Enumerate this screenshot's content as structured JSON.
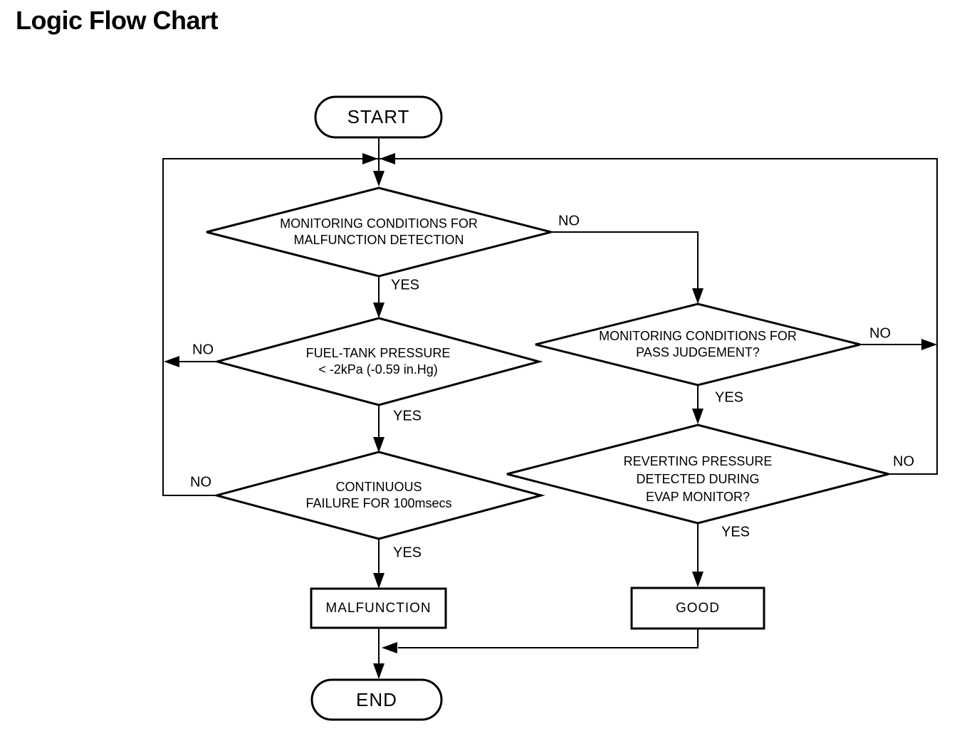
{
  "title": "Logic Flow Chart",
  "nodes": {
    "start": {
      "label": "START"
    },
    "monitoring_malfunction": {
      "lines": [
        "MONITORING CONDITIONS FOR",
        "MALFUNCTION DETECTION"
      ]
    },
    "fuel_tank_pressure": {
      "lines": [
        "FUEL-TANK PRESSURE",
        "< -2kPa (-0.59 in.Hg)"
      ]
    },
    "continuous_failure": {
      "lines": [
        "CONTINUOUS",
        "FAILURE FOR 100msecs"
      ]
    },
    "monitoring_pass": {
      "lines": [
        "MONITORING CONDITIONS FOR",
        "PASS JUDGEMENT?"
      ]
    },
    "reverting_pressure": {
      "lines": [
        "REVERTING PRESSURE",
        "DETECTED DURING",
        "EVAP MONITOR?"
      ]
    },
    "malfunction": {
      "label": "MALFUNCTION"
    },
    "good": {
      "label": "GOOD"
    },
    "end": {
      "label": "END"
    }
  },
  "edge_labels": {
    "d1_yes": "YES",
    "d1_no": "NO",
    "d2_yes": "YES",
    "d2_no": "NO",
    "d3_yes": "YES",
    "d3_no": "NO",
    "r1_yes": "YES",
    "r1_no": "NO",
    "r2_yes": "YES",
    "r2_no": "NO"
  },
  "colors": {
    "line": "#000000",
    "background": "#ffffff"
  }
}
